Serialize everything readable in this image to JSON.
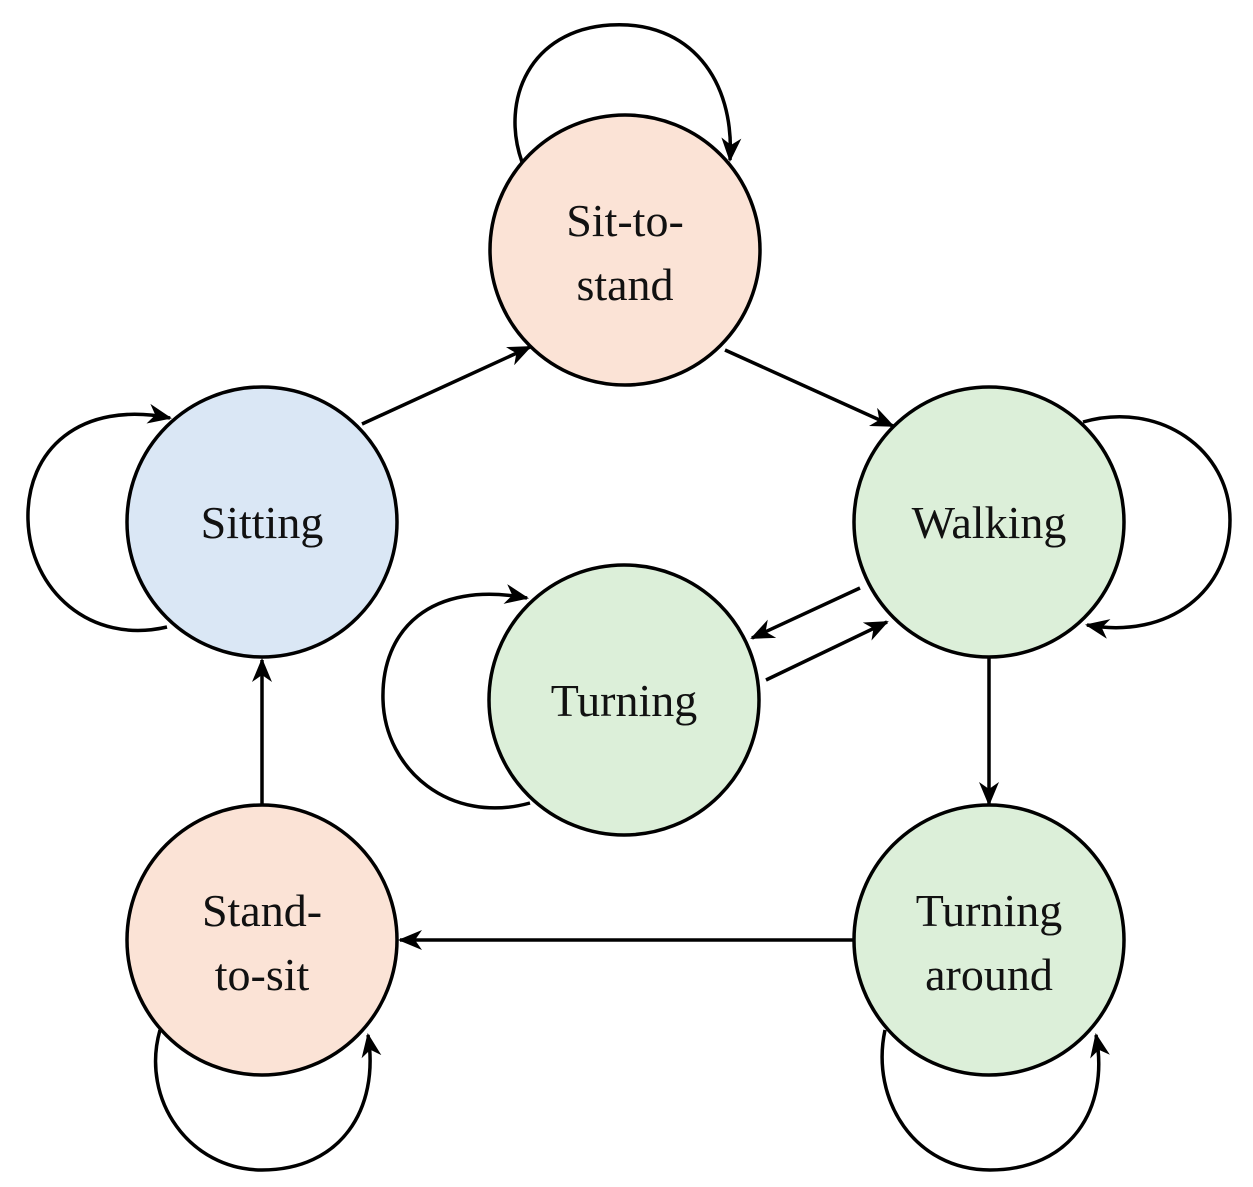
{
  "diagram": {
    "type": "state-transition",
    "colors": {
      "orange_fill": "#fbe3d6",
      "blue_fill": "#dae7f5",
      "green_fill": "#dcefd9",
      "stroke": "#000000"
    },
    "nodes": [
      {
        "id": "sit_to_stand",
        "lines": [
          "Sit-to-",
          "stand"
        ],
        "color": "orange"
      },
      {
        "id": "sitting",
        "lines": [
          "Sitting"
        ],
        "color": "blue"
      },
      {
        "id": "walking",
        "lines": [
          "Walking"
        ],
        "color": "green"
      },
      {
        "id": "turning",
        "lines": [
          "Turning"
        ],
        "color": "green"
      },
      {
        "id": "stand_to_sit",
        "lines": [
          "Stand-",
          "to-sit"
        ],
        "color": "orange"
      },
      {
        "id": "turning_around",
        "lines": [
          "Turning",
          "around"
        ],
        "color": "green"
      }
    ],
    "edges": [
      {
        "from": "sitting",
        "to": "sit_to_stand"
      },
      {
        "from": "sit_to_stand",
        "to": "walking"
      },
      {
        "from": "walking",
        "to": "turning"
      },
      {
        "from": "turning",
        "to": "walking"
      },
      {
        "from": "walking",
        "to": "turning_around"
      },
      {
        "from": "turning_around",
        "to": "stand_to_sit"
      },
      {
        "from": "stand_to_sit",
        "to": "sitting"
      },
      {
        "from": "sit_to_stand",
        "to": "sit_to_stand"
      },
      {
        "from": "sitting",
        "to": "sitting"
      },
      {
        "from": "walking",
        "to": "walking"
      },
      {
        "from": "turning",
        "to": "turning"
      },
      {
        "from": "stand_to_sit",
        "to": "stand_to_sit"
      },
      {
        "from": "turning_around",
        "to": "turning_around"
      }
    ]
  }
}
